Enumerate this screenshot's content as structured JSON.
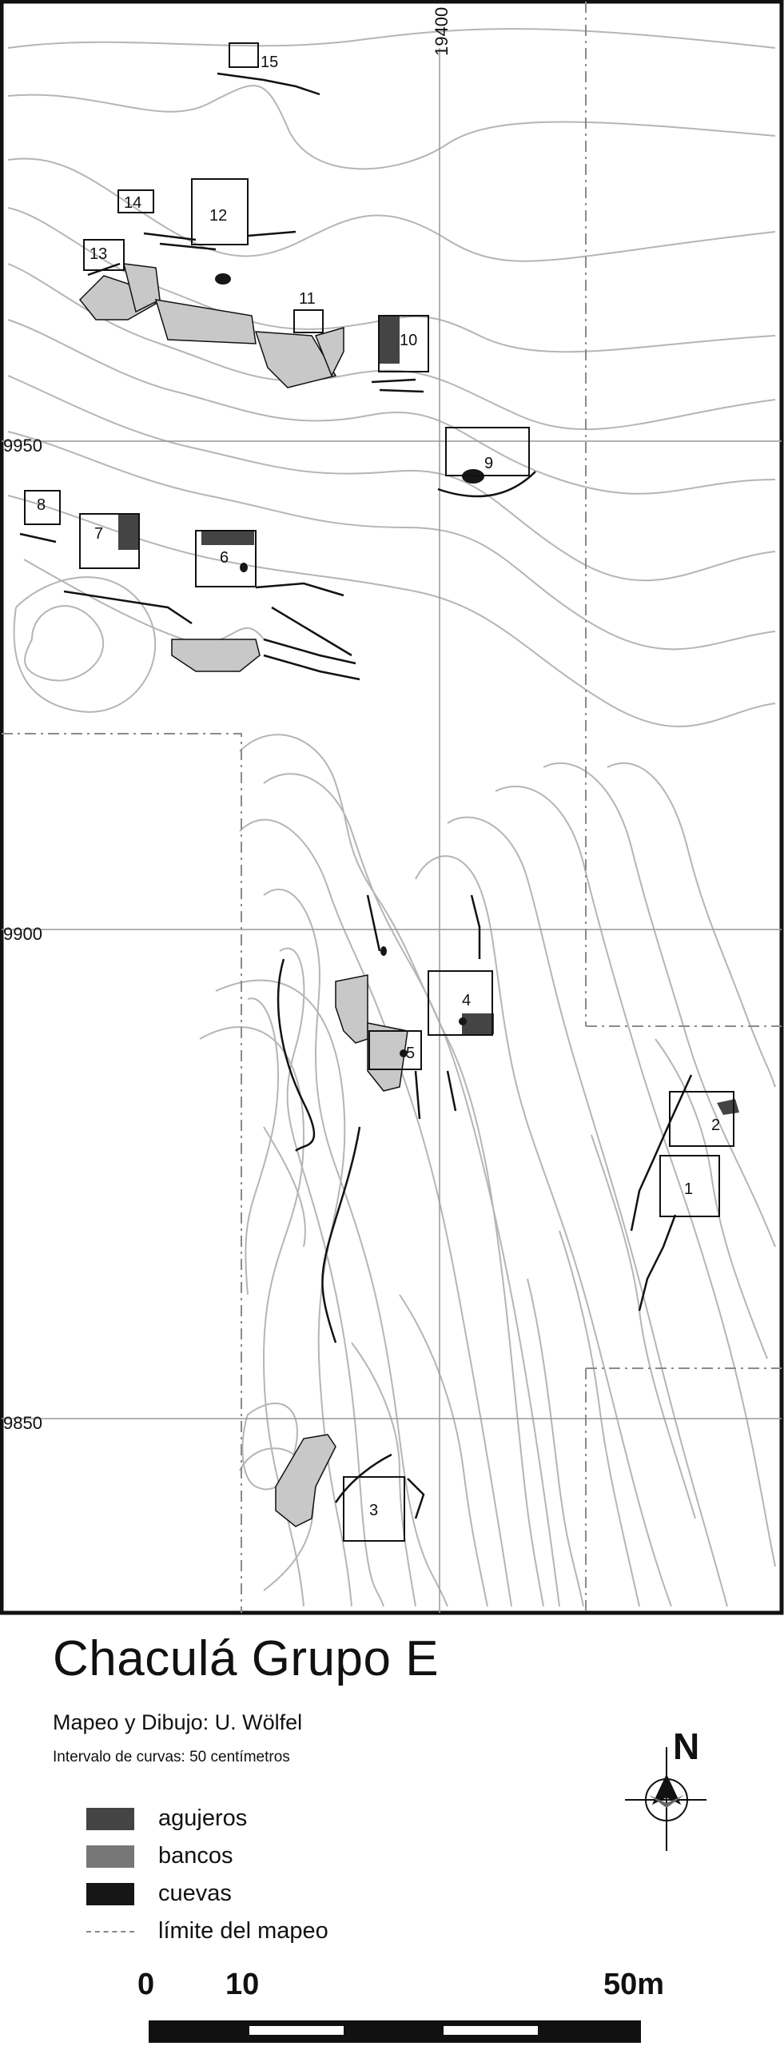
{
  "title": "Chaculá Grupo E",
  "credit": "Mapeo y Dibujo: U. Wölfel",
  "contour_interval": "Intervalo de curvas: 50 centímetros",
  "grid_labels": {
    "easting": "19400",
    "northing": [
      "9950",
      "9900",
      "9850"
    ]
  },
  "structures": [
    "1",
    "2",
    "3",
    "4",
    "5",
    "6",
    "7",
    "8",
    "9",
    "10",
    "11",
    "12",
    "13",
    "14",
    "15"
  ],
  "legend": [
    {
      "label": "agujeros",
      "color": "#444444"
    },
    {
      "label": "bancos",
      "color": "#777777"
    },
    {
      "label": "cuevas",
      "color": "#161616"
    },
    {
      "label": "límite del mapeo",
      "color": "#888888"
    }
  ],
  "scale": {
    "labels": [
      "0",
      "10",
      "50m"
    ]
  },
  "north": "N",
  "colors": {
    "contour": "#b5b5b5",
    "banco_fill": "#c8c8c8",
    "structure_line": "#111111"
  }
}
